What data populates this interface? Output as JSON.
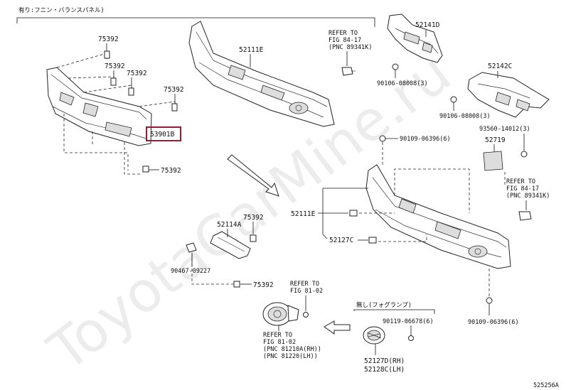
{
  "header": {
    "caption_with_panel": "有り:フニン・バランスパネル)",
    "caption_without_fog": "無し(フォグランプ)"
  },
  "watermark": "ToyotaCarMine.ru",
  "diagram_id": "525256A",
  "labels": {
    "l75392_a": "75392",
    "l75392_b": "75392",
    "l75392_c": "75392",
    "l75392_d": "75392",
    "l75392_e": "75392",
    "l75392_f": "75392",
    "l75392_g": "75392",
    "l53901b": "53901B",
    "l52111e_top": "52111E",
    "l52111e_bottom": "52111E",
    "l52141d": "52141D",
    "l52142c": "52142C",
    "l90106_1": "90106-08008(3)",
    "l90106_2": "90106-08008(3)",
    "l93560": "93560-14012(3)",
    "l90109_top": "90109-06396(6)",
    "l90109_bottom": "90109-06396(6)",
    "l52719": "52719",
    "l52127c": "52127C",
    "l52114a": "52114A",
    "l90467": "90467-09227",
    "l90119": "90119-06678(6)",
    "l52127d": "52127D(RH)",
    "l52128c": "52128C(LH)"
  },
  "refer_blocks": {
    "ref_top": [
      "REFER TO",
      "FIG 84-17",
      "(PNC 89341K)"
    ],
    "ref_right": [
      "REFER TO",
      "FIG 84-17",
      "(PNC 89341K)"
    ],
    "ref_fog_top": [
      "REFER TO",
      "FIG 81-02"
    ],
    "ref_fog_bottom": [
      "REFER TO",
      "FIG 81-02",
      "(PNC 81210A(RH))",
      "(PNC 81220(LH))"
    ]
  },
  "colors": {
    "highlight": "#9b1b30",
    "line": "#222222"
  }
}
